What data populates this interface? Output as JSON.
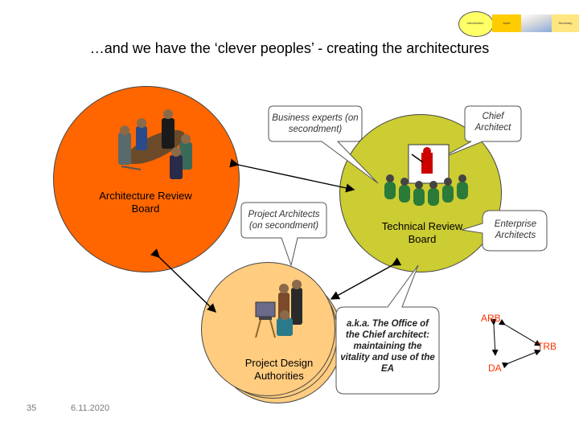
{
  "nav": {
    "items": [
      {
        "label": "Introduction"
      },
      {
        "label": "Input"
      },
      {
        "label": ""
      },
      {
        "label": "Summary"
      }
    ]
  },
  "header": {
    "title": "…and we have the ‘clever peoples’ - creating the architectures"
  },
  "diagram": {
    "arb_label": "Architecture Review Board",
    "trb_label": "Technical Review Board",
    "pda_label": "Project Design Authorities",
    "business_experts": "Business experts (on secondment)",
    "chief_architect": "Chief Architect",
    "project_architects": "Project Architects (on secondment)",
    "enterprise_architects": "Enterprise Architects",
    "aka_text": "a.k.a. The Office of the Chief architect: maintaining the vitality and use of the EA",
    "mini_arb": "ARB",
    "mini_trb": "TRB",
    "mini_da": "DA",
    "colors": {
      "arb_fill": "#ff6600",
      "trb_fill": "#cccc33",
      "pda_fill": "#ffcc80",
      "mini_text": "#ff3300"
    }
  },
  "footer": {
    "page_number": "35",
    "date": "6.11.2020"
  }
}
